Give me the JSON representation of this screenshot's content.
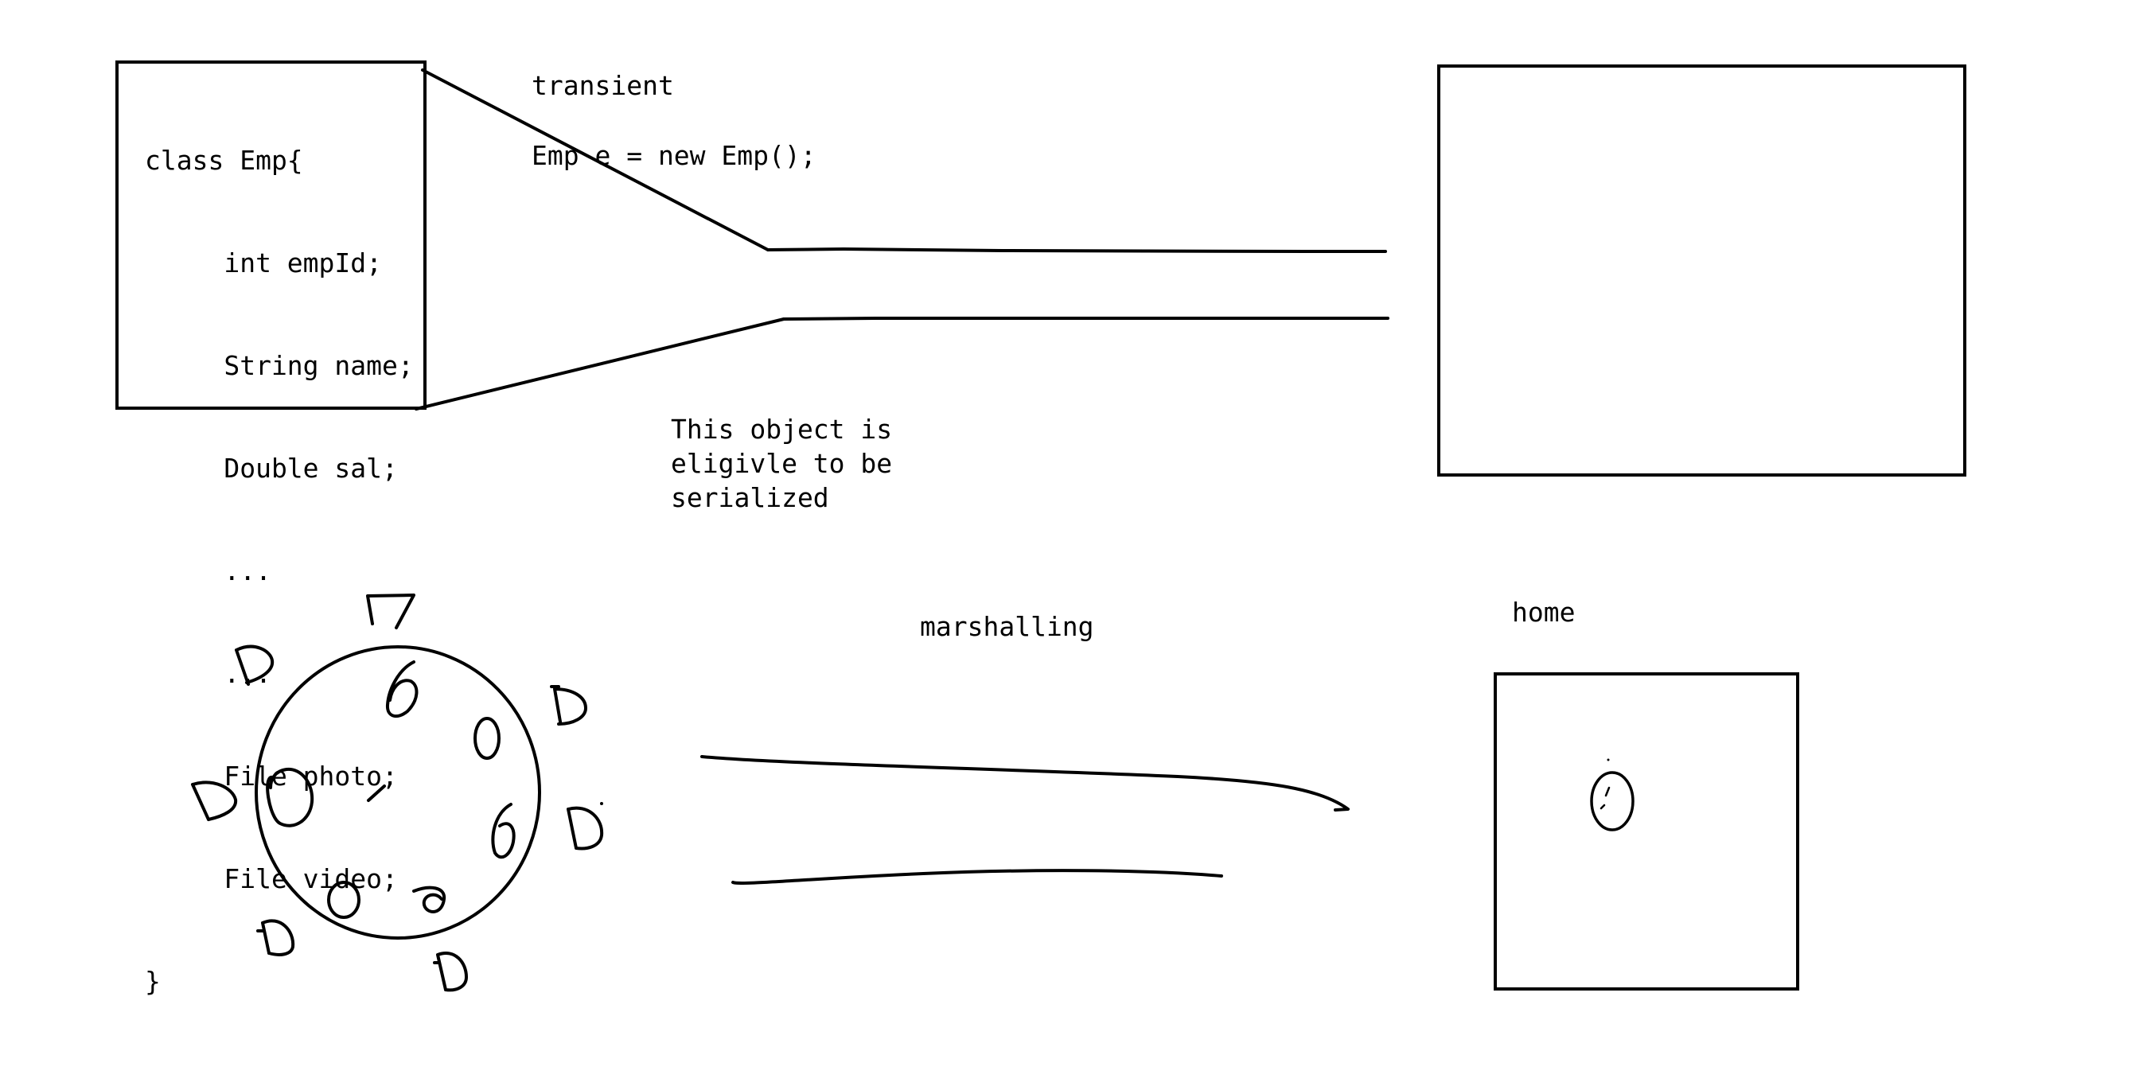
{
  "code": {
    "lines": [
      "class Emp{",
      "     int empId;",
      "     String name;",
      "     Double sal;",
      "     ...",
      "     ...",
      "     File photo;",
      "     File video;",
      "}"
    ]
  },
  "labels": {
    "transient": "transient",
    "instantiation": "Emp e = new Emp();",
    "serializable_note": "This object is\neligivle to be\nserialized",
    "marshalling": "marshalling",
    "home": "home"
  },
  "colors": {
    "ink": "#000000",
    "background": "#ffffff"
  }
}
